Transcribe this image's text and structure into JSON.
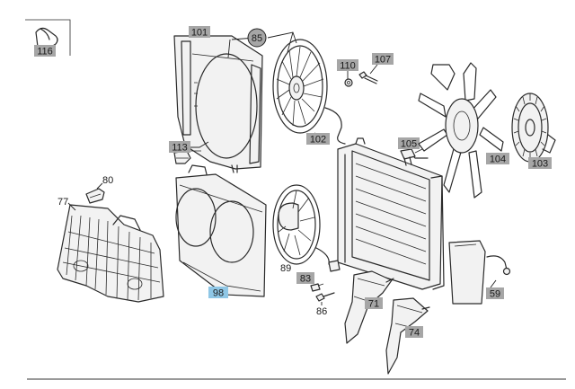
{
  "colors": {
    "label_background": "#a6a6a6",
    "selected_label_background": "#8fc7e6",
    "line": "#2a2a2a"
  },
  "labels": {
    "p116": "116",
    "p101": "101",
    "p85": "85",
    "p110": "110",
    "p107": "107",
    "p102": "102",
    "p113": "113",
    "p105": "105",
    "p104": "104",
    "p103": "103",
    "p80": "80",
    "p77": "77",
    "p98": "98",
    "p89": "89",
    "p83": "83",
    "p86": "86",
    "p71": "71",
    "p74": "74",
    "p59": "59"
  },
  "selected_part": "98"
}
